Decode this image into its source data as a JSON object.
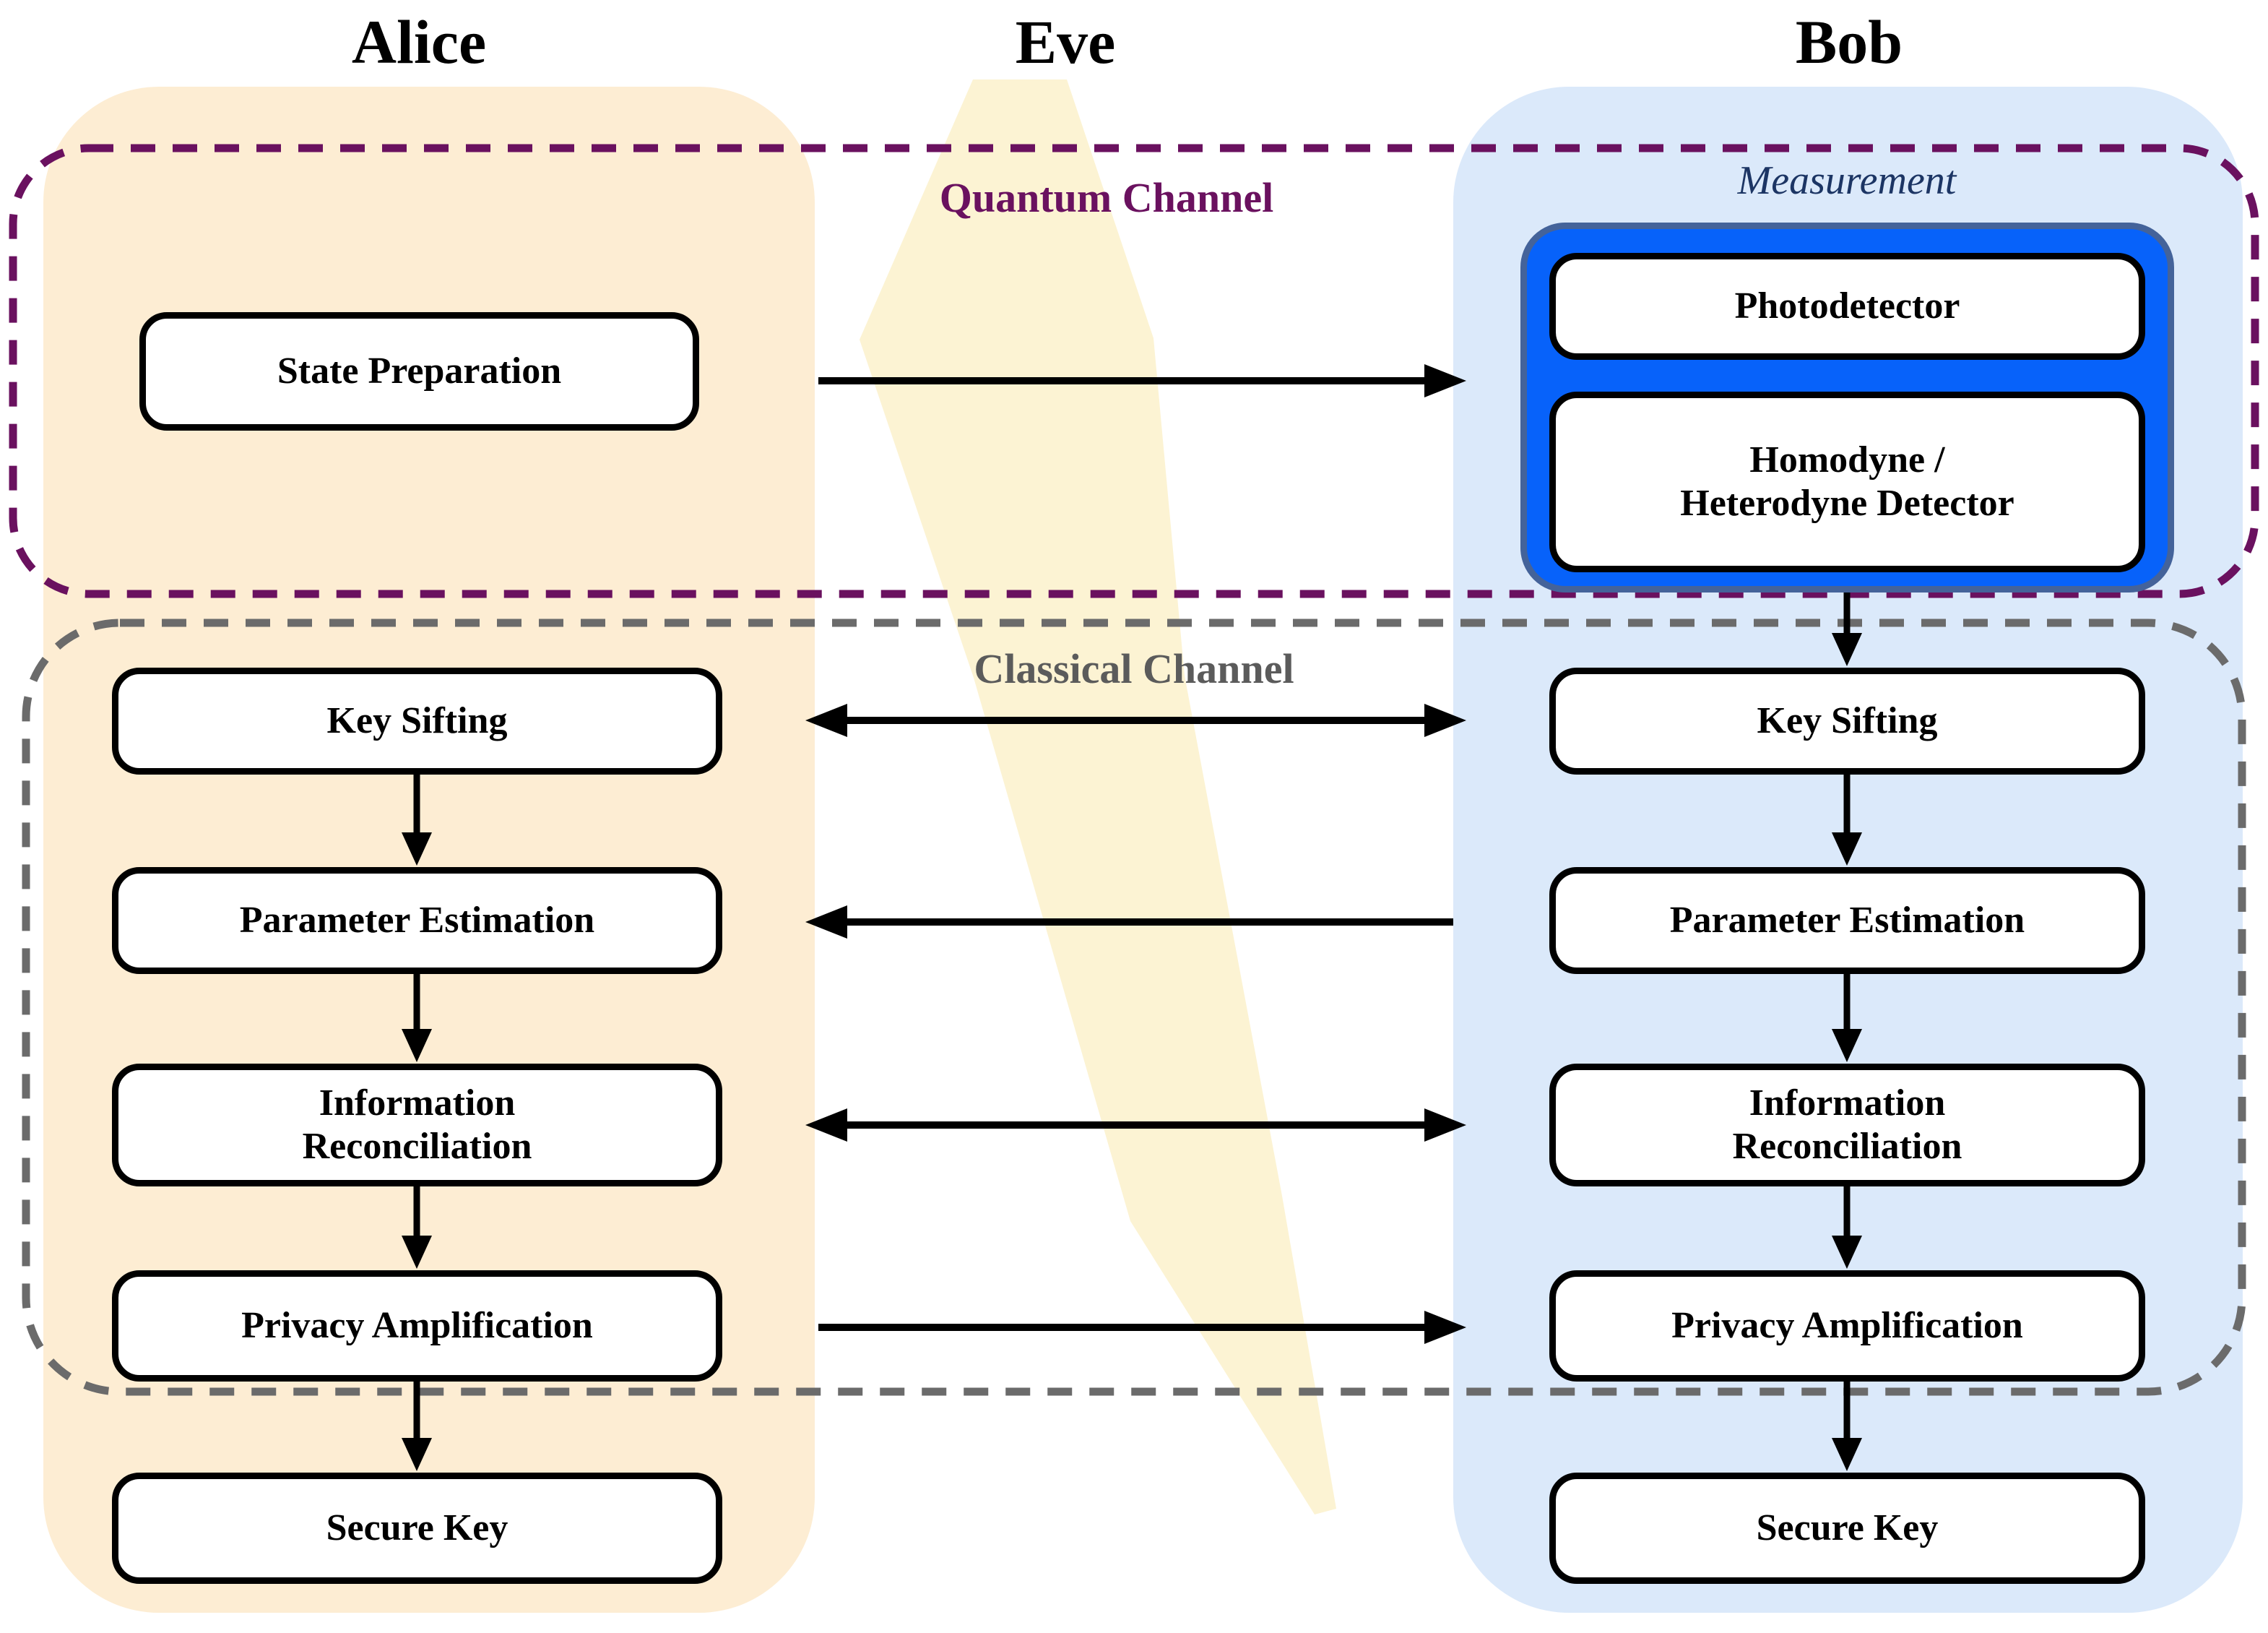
{
  "headers": {
    "alice": "Alice",
    "eve": "Eve",
    "bob": "Bob"
  },
  "quantum_channel": {
    "label": "Quantum Channel",
    "color": "#6A115F"
  },
  "classical_channel": {
    "label": "Classical Channel",
    "color": "#5B5B5B"
  },
  "eve": {
    "bolt_color": "#FCF3D3"
  },
  "alice": {
    "column_color": "#FDEDD3",
    "steps": [
      {
        "label": "State Preparation"
      },
      {
        "label": "Key Sifting"
      },
      {
        "label": "Parameter Estimation"
      },
      {
        "label": "Information\nReconciliation"
      },
      {
        "label": "Privacy Amplification"
      },
      {
        "label": "Secure Key"
      }
    ]
  },
  "bob": {
    "column_color": "#DBE9FA",
    "measurement": {
      "label": "Measurement",
      "label_color": "#1C3564",
      "box_fill": "#0762FA",
      "box_border": "#44639A",
      "detectors": [
        {
          "label": "Photodetector"
        },
        {
          "label": "Homodyne /\nHeterodyne Detector"
        }
      ]
    },
    "steps": [
      {
        "label": "Key Sifting"
      },
      {
        "label": "Parameter Estimation"
      },
      {
        "label": "Information\nReconciliation"
      },
      {
        "label": "Privacy Amplification"
      },
      {
        "label": "Secure Key"
      }
    ]
  }
}
